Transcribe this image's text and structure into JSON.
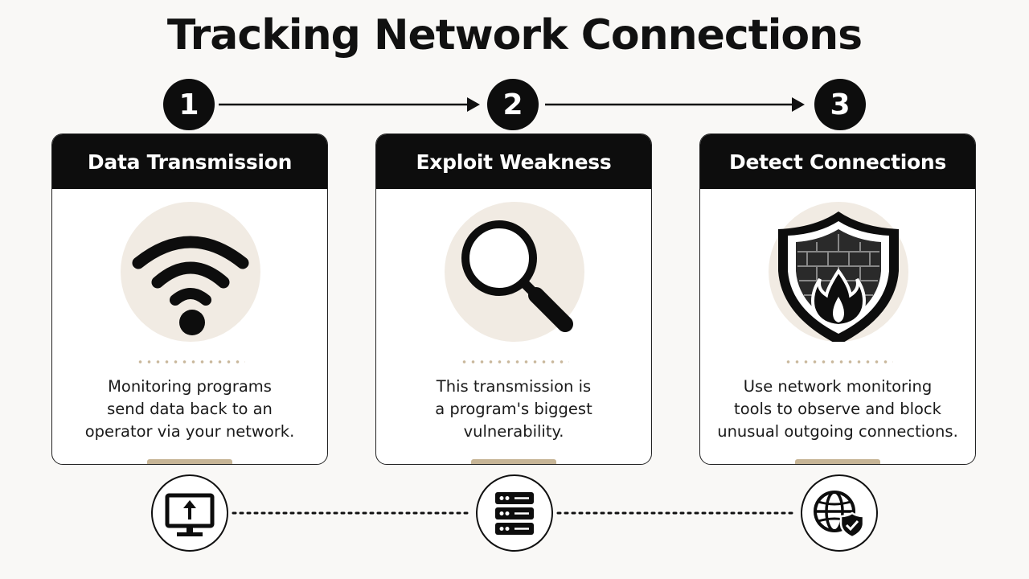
{
  "title": "Tracking Network Connections",
  "steps": [
    {
      "number": "1",
      "heading": "Data Transmission",
      "icon": "wifi-icon",
      "lines": [
        "Monitoring programs",
        "send data back to an",
        "operator via your network."
      ],
      "bottom_icon": "monitor-upload-icon"
    },
    {
      "number": "2",
      "heading": "Exploit Weakness",
      "icon": "magnifying-glass-icon",
      "lines": [
        "This transmission is",
        "a program's biggest",
        "vulnerability."
      ],
      "bottom_icon": "server-stack-icon"
    },
    {
      "number": "3",
      "heading": "Detect Connections",
      "icon": "firewall-shield-icon",
      "lines": [
        "Use network monitoring",
        "tools to observe and block",
        "unusual outgoing connections."
      ],
      "bottom_icon": "globe-shield-icon"
    }
  ],
  "colors": {
    "background": "#f9f8f6",
    "dark": "#0d0d0d",
    "icon_circle": "#f1ebe3",
    "accent": "#c7b596"
  }
}
